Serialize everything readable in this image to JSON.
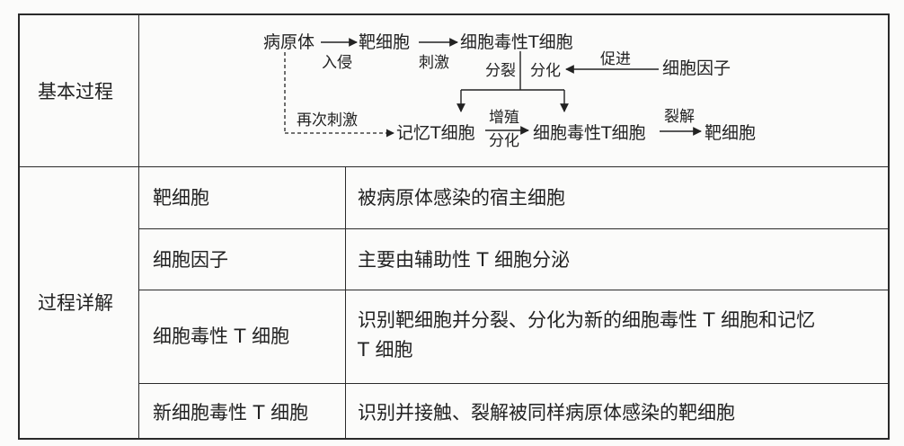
{
  "table": {
    "row1_label": "基本过程",
    "row2_label": "过程详解",
    "details": [
      {
        "term": "靶细胞",
        "desc": "被病原体感染的宿主细胞"
      },
      {
        "term": "细胞因子",
        "desc": "主要由辅助性 T 细胞分泌"
      },
      {
        "term": "细胞毒性 T 细胞",
        "desc_line1": "识别靶细胞并分裂、分化为新的细胞毒性 T 细胞和记忆",
        "desc_line2": "T 细胞"
      },
      {
        "term": "新细胞毒性 T 细胞",
        "desc": "识别并接触、裂解被同样病原体感染的靶细胞"
      }
    ]
  },
  "diagram": {
    "pathogen": "病原体",
    "invade": "入侵",
    "target_cell": "靶细胞",
    "stimulate": "刺激",
    "cytotoxic_t": "细胞毒性T细胞",
    "divide": "分裂",
    "differentiate": "分化",
    "promote": "促进",
    "cytokine": "细胞因子",
    "restimulate": "再次刺激",
    "memory_t": "记忆T细胞",
    "proliferate": "增殖",
    "differentiate2": "分化",
    "cytotoxic_t2": "细胞毒性T细胞",
    "lyse": "裂解",
    "target_cell2": "靶细胞"
  }
}
